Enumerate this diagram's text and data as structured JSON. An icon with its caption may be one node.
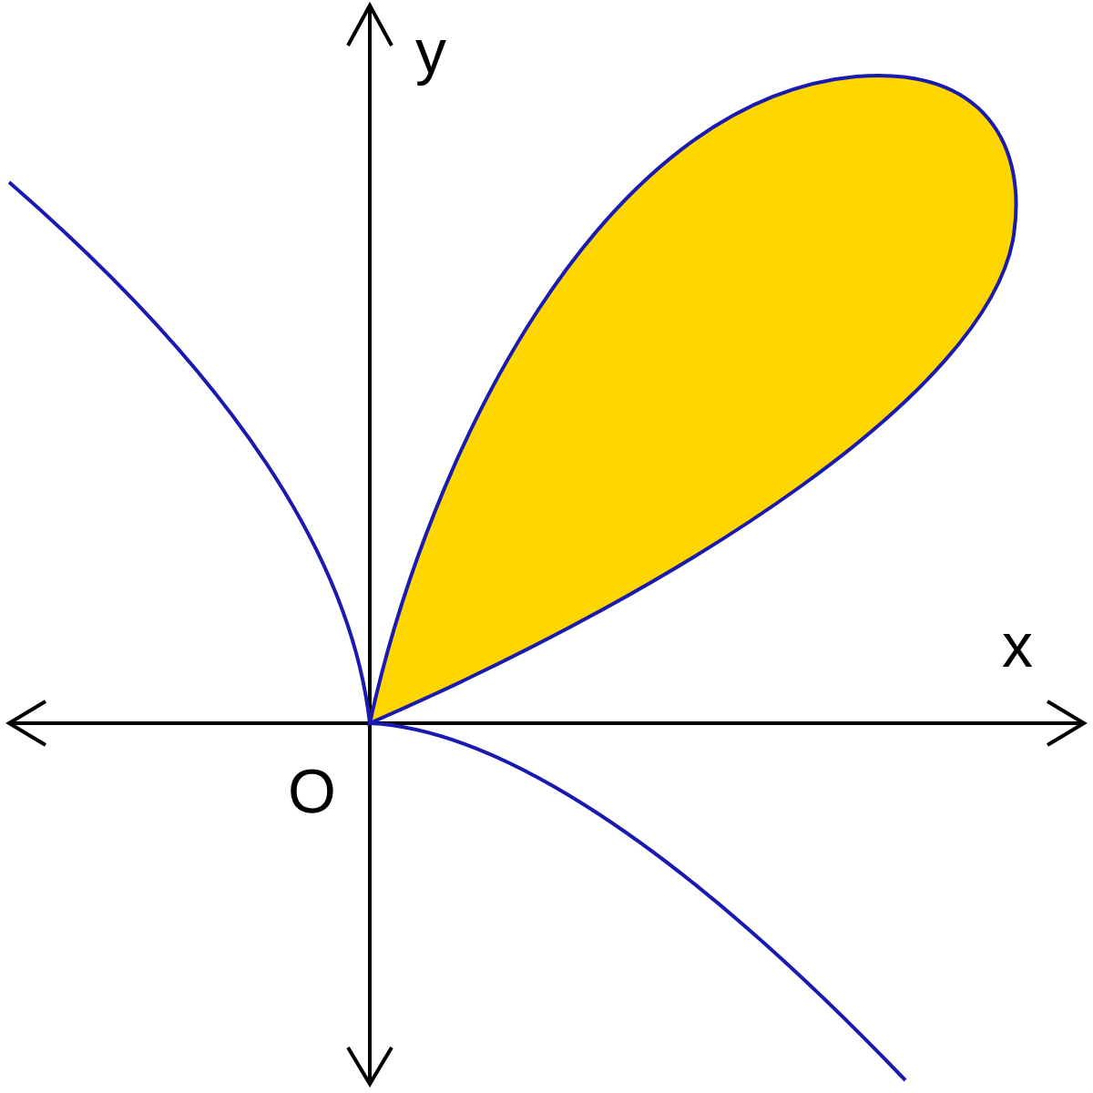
{
  "diagram": {
    "labels": [
      "y",
      "x",
      "O"
    ]
  }
}
